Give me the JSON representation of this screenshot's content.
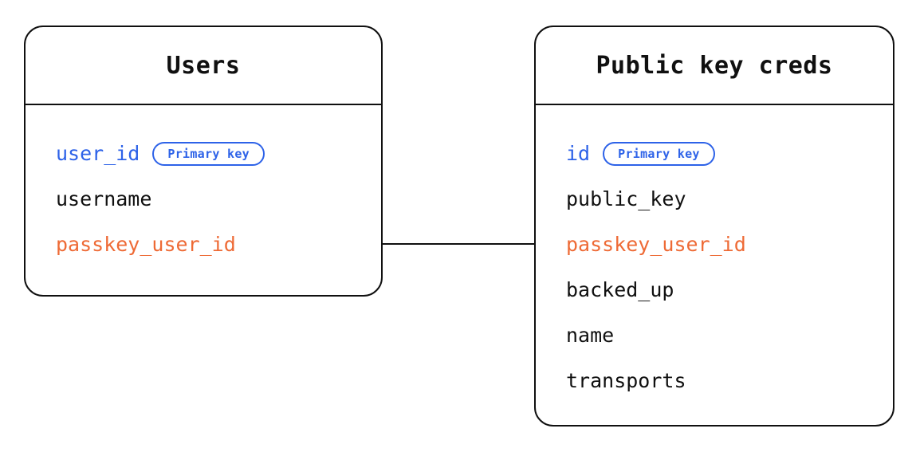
{
  "diagram": {
    "type": "entity-relationship",
    "background_color": "#ffffff",
    "colors": {
      "border": "#101010",
      "text": "#101010",
      "primary_key": "#2d62e8",
      "foreign_key": "#ee6a35"
    },
    "badge_label": "Primary key",
    "entities": [
      {
        "id": "users",
        "title": "Users",
        "fields": [
          {
            "name": "user_id",
            "role": "primary",
            "badge": "Primary key"
          },
          {
            "name": "username",
            "role": "plain",
            "badge": ""
          },
          {
            "name": "passkey_user_id",
            "role": "foreign",
            "badge": ""
          }
        ]
      },
      {
        "id": "public-key-creds",
        "title": "Public key creds",
        "fields": [
          {
            "name": "id",
            "role": "primary",
            "badge": "Primary key"
          },
          {
            "name": "public_key",
            "role": "plain",
            "badge": ""
          },
          {
            "name": "passkey_user_id",
            "role": "foreign",
            "badge": ""
          },
          {
            "name": "backed_up",
            "role": "plain",
            "badge": ""
          },
          {
            "name": "name",
            "role": "plain",
            "badge": ""
          },
          {
            "name": "transports",
            "role": "plain",
            "badge": ""
          }
        ]
      }
    ],
    "relationships": [
      {
        "id": "users-to-creds",
        "from_entity": "users",
        "from_field": "passkey_user_id",
        "to_entity": "public-key-creds",
        "to_field": "passkey_user_id",
        "style": "straight-line"
      }
    ]
  }
}
